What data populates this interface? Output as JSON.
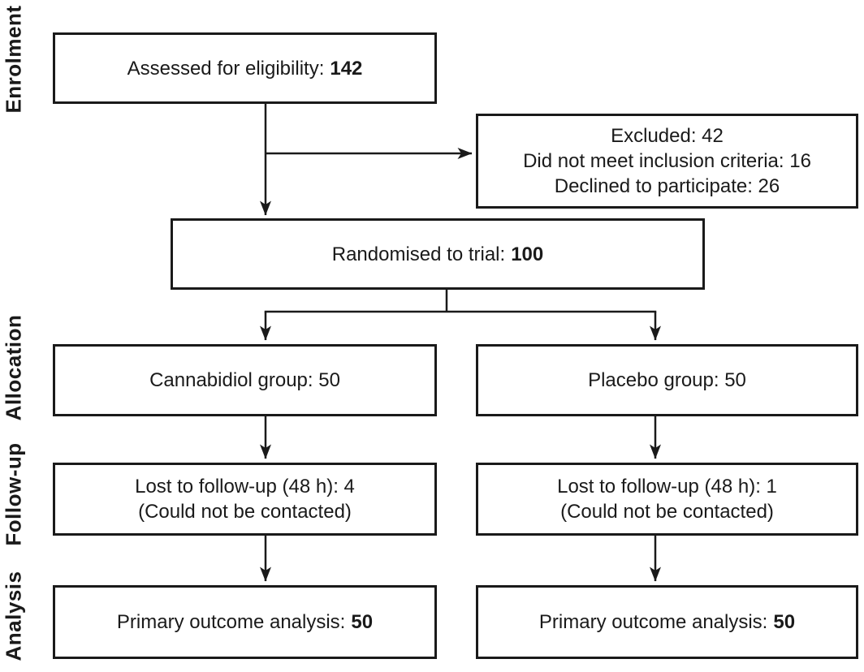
{
  "diagram": {
    "type": "consort-flow",
    "stage_labels": [
      "Enrolment",
      "Allocation",
      "Follow-up",
      "Analysis"
    ],
    "boxes": {
      "assessed": {
        "label": "Assessed for eligibility:",
        "value": "142"
      },
      "excluded": {
        "lines": [
          "Excluded: 42",
          "Did not meet inclusion criteria: 16",
          "Declined to participate: 26"
        ]
      },
      "randomised": {
        "label": "Randomised to trial:",
        "value": "100"
      },
      "cannabidiol_group": {
        "label": "Cannabidiol group: 50"
      },
      "placebo_group": {
        "label": "Placebo group: 50"
      },
      "cannabidiol_followup": {
        "lines": [
          "Lost to follow-up (48 h): 4",
          "(Could not be contacted)"
        ]
      },
      "placebo_followup": {
        "lines": [
          "Lost to follow-up (48 h): 1",
          "(Could not be contacted)"
        ]
      },
      "cannabidiol_analysis": {
        "label": "Primary outcome analysis:",
        "value": "50"
      },
      "placebo_analysis": {
        "label": "Primary outcome analysis:",
        "value": "50"
      }
    },
    "colors": {
      "line": "#1a1a1a",
      "text": "#1a1a1a",
      "background": "#ffffff"
    }
  }
}
